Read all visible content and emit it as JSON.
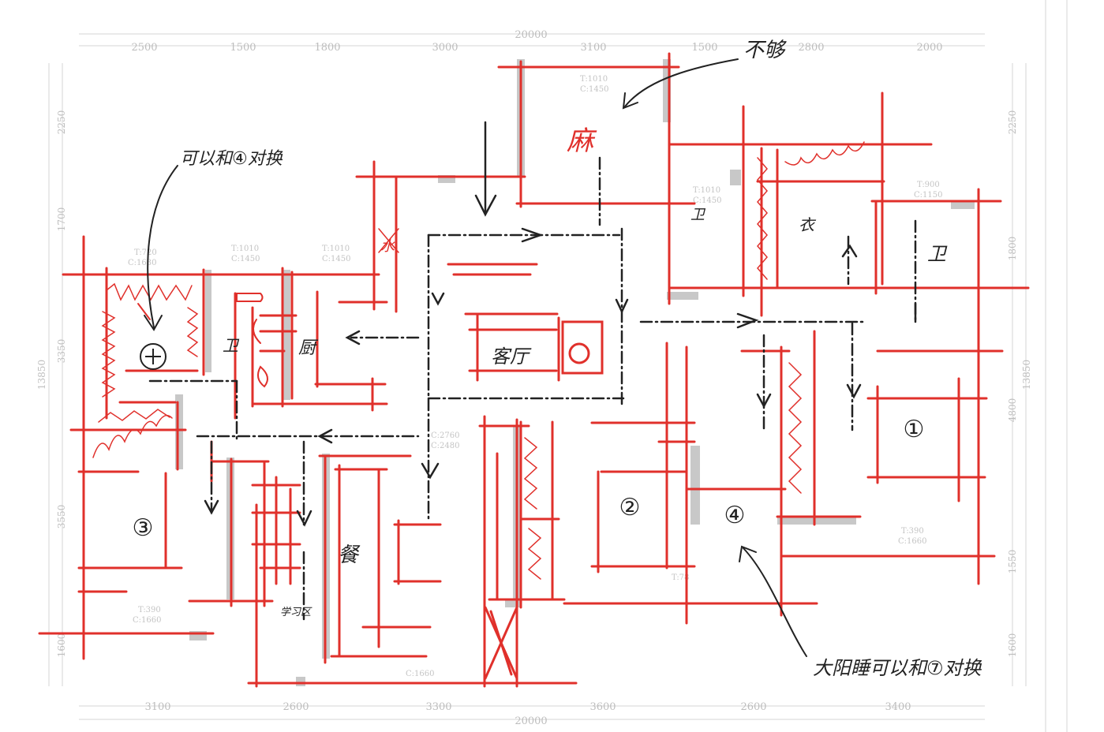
{
  "dimensions": {
    "top_total": "20000",
    "bottom_total": "20000",
    "top": [
      "2500",
      "1500",
      "1800",
      "3000",
      "3100",
      "1500",
      "2800",
      "2000"
    ],
    "bottom": [
      "3100",
      "2600",
      "3300",
      "3600",
      "2600",
      "3400"
    ],
    "left_total": "13850",
    "right_total": "13850",
    "left": [
      "2250",
      "1700",
      "3350",
      "3550",
      "1600"
    ],
    "right": [
      "2250",
      "1800",
      "4800",
      "1550",
      "1600"
    ]
  },
  "fixture_labels": [
    "T:1010",
    "C:1450",
    "T:1010",
    "C:1450",
    "T:1010",
    "C:1450",
    "T:1010",
    "C:1450",
    "T:720",
    "C:1630",
    "T:900",
    "C:1150",
    "C:2760",
    "C:2480",
    "T:390",
    "C:1660",
    "T:390",
    "C:1660",
    "T:78",
    "C:1660"
  ],
  "room_labels": {
    "lobby": "麻",
    "bath_top": "卫",
    "closet": "衣",
    "bath_right": "卫",
    "kitchen": "厨",
    "bath_left": "卫",
    "living": "客厅",
    "dining": "餐",
    "study": "学习区",
    "water": "水"
  },
  "bedroom_numbers": [
    "①",
    "②",
    "③",
    "④"
  ],
  "annotations": {
    "top_left": "可以和④对换",
    "top_right": "不够",
    "bottom_right": "大阳睡可以和⑦对换"
  },
  "colors": {
    "markup_red": "#e0302b",
    "ink": "#222222",
    "base_grey": "#c8c8c8"
  }
}
